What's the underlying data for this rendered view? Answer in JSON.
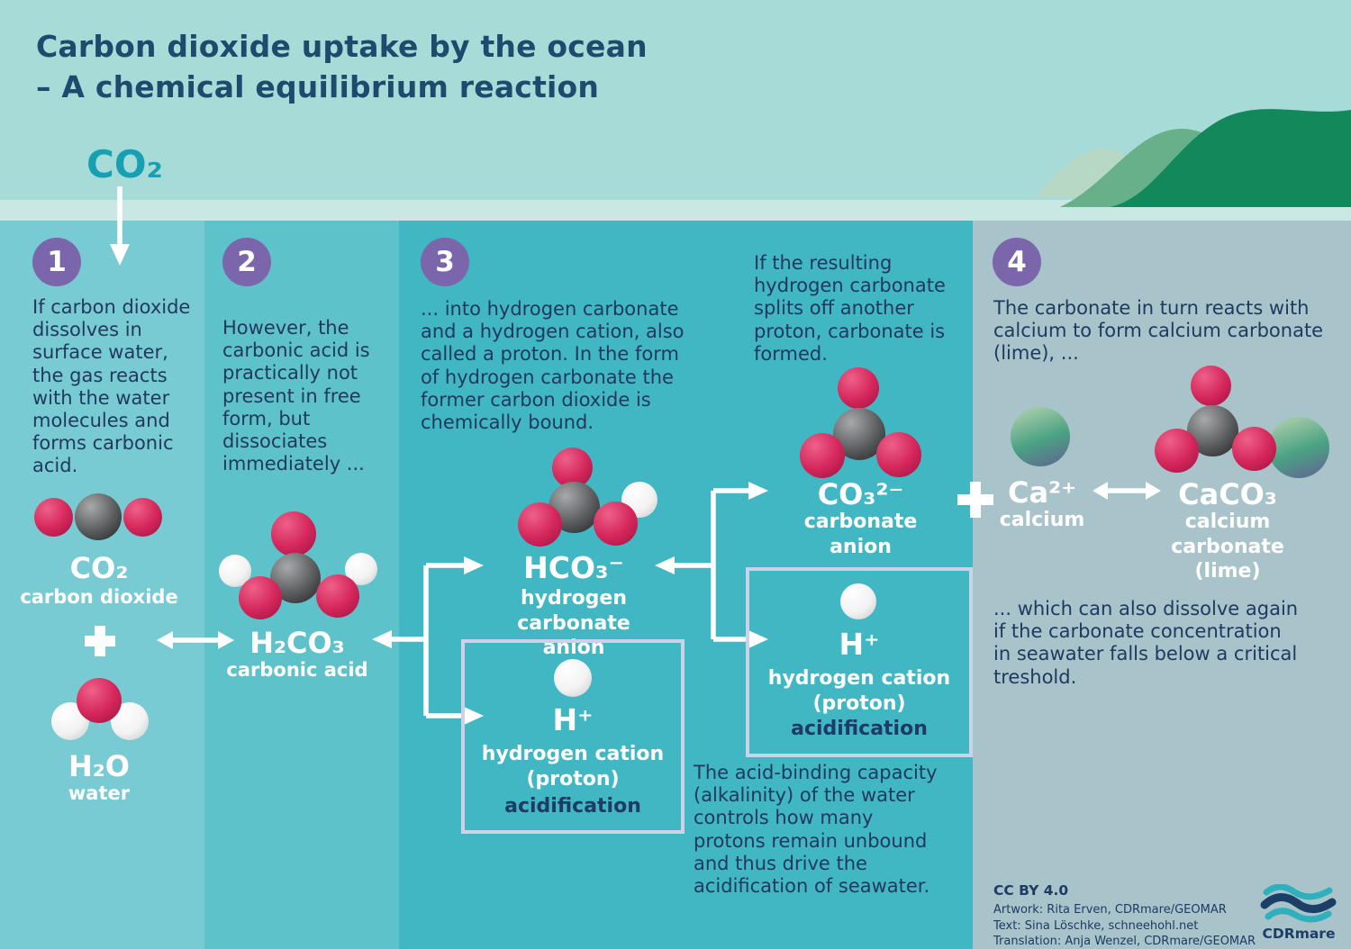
{
  "title": "Carbon dioxide uptake by the ocean\n– A chemical equilibrium reaction",
  "co2_source_label": "CO₂",
  "colors": {
    "sky": "#a7dbd8",
    "surface_strip": "#c9e8e4",
    "column1": "#79cbd3",
    "column2": "#5ec2cb",
    "column3": "#40b7c3",
    "column4": "#a8c3ca",
    "step_badge": "#7b66ac",
    "body_text": "#21395f",
    "title_text": "#1c4b6e",
    "co2_accent": "#17a0b2",
    "oxygen_red": "#d5275c",
    "carbon_gray": "#5a5b5d",
    "hydrogen_white": "#f2f2f2",
    "calcium_green": "#4aa284",
    "hill_far": "#b7d8c5",
    "hill_mid": "#68b089",
    "hill_near": "#12885b",
    "box_border": "#cdd3e6",
    "logo_navy": "#1b3f66",
    "logo_teal": "#2fb0bd"
  },
  "icons": {
    "plus": "+",
    "down_arrow": "↓",
    "equilibrium_arrow": "⟷"
  },
  "steps": {
    "s1": {
      "number": "1",
      "text": "If carbon dioxide\ndissolves in\nsurface water,\nthe gas reacts\nwith the water\nmolecules and\nforms carbonic\nacid."
    },
    "s2": {
      "number": "2",
      "text": "However, the\ncarbonic acid is\npractically not\npresent in free\nform, but\ndissociates\nimmediately ..."
    },
    "s3": {
      "number": "3",
      "text": "... into hydrogen carbonate\nand a hydrogen cation, also\ncalled a proton. In the form\nof hydrogen carbonate the\nformer carbon dioxide is\nchemically bound.",
      "text2": "If the resulting\nhydrogen carbonate\nsplits off another\nproton, carbonate is\nformed.",
      "text3": "The acid-binding capacity\n(alkalinity) of the water\ncontrols how many\nprotons remain unbound\nand thus drive the\nacidification of seawater."
    },
    "s4": {
      "number": "4",
      "text": "The carbonate in turn reacts with\ncalcium to form calcium carbonate\n(lime), ...",
      "text2": "... which can also dissolve again\nif the carbonate concentration\nin seawater falls below a critical\ntreshold."
    }
  },
  "molecules": {
    "co2": {
      "formula": "CO₂",
      "name": "carbon dioxide"
    },
    "h2o": {
      "formula": "H₂O",
      "name": "water"
    },
    "h2co3": {
      "formula": "H₂CO₃",
      "name": "carbonic acid"
    },
    "hco3": {
      "formula": "HCO₃⁻",
      "name": "hydrogen carbonate\nanion"
    },
    "co3": {
      "formula": "CO₃²⁻",
      "name": "carbonate\nanion"
    },
    "ca": {
      "formula": "Ca²⁺",
      "name": "calcium"
    },
    "caco3": {
      "formula": "CaCO₃",
      "name": "calcium carbonate\n(lime)"
    },
    "proton": {
      "formula": "H⁺",
      "name": "hydrogen cation\n(proton)",
      "tag": "acidification"
    }
  },
  "footer": {
    "license": "CC BY 4.0",
    "credit1": "Artwork: Rita Erven, CDRmare/GEOMAR",
    "credit2": "Text: Sina Löschke, schneehohl.net",
    "credit3": "Translation: Anja Wenzel, CDRmare/GEOMAR",
    "logo": "CDRmare"
  }
}
